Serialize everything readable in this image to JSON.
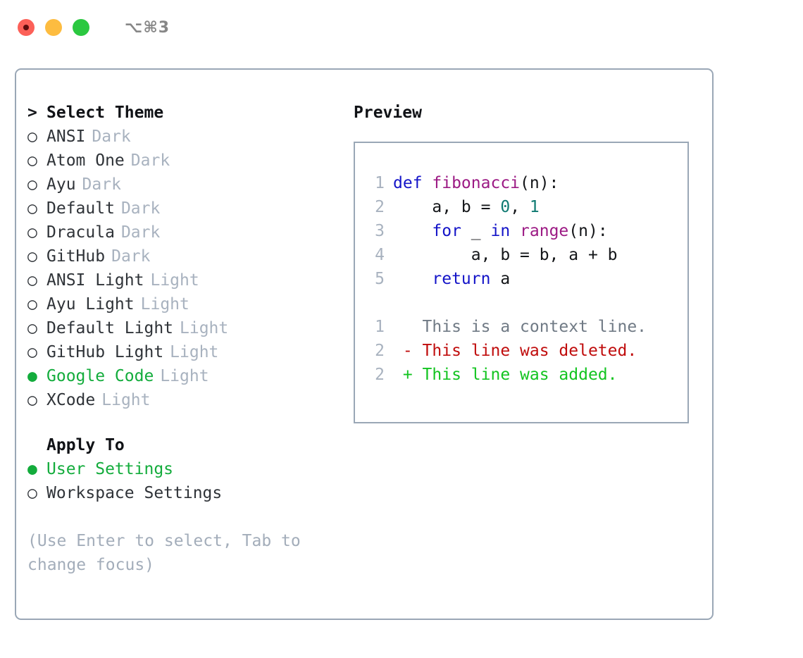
{
  "titlebar": {
    "buttons": [
      {
        "name": "close-button",
        "color": "#fc6058"
      },
      {
        "name": "minimize-button",
        "color": "#fdbc40"
      },
      {
        "name": "maximize-button",
        "color": "#2bc840"
      }
    ],
    "shortcut": "⌥⌘3"
  },
  "theme_picker": {
    "heading": "Select Theme",
    "heading_marker": ">",
    "items": [
      {
        "name": "ANSI",
        "tag": "Dark",
        "marker": "○",
        "selected": false
      },
      {
        "name": "Atom One",
        "tag": "Dark",
        "marker": "○",
        "selected": false
      },
      {
        "name": "Ayu",
        "tag": "Dark",
        "marker": "○",
        "selected": false
      },
      {
        "name": "Default",
        "tag": "Dark",
        "marker": "○",
        "selected": false
      },
      {
        "name": "Dracula",
        "tag": "Dark",
        "marker": "○",
        "selected": false
      },
      {
        "name": "GitHub",
        "tag": "Dark",
        "marker": "○",
        "selected": false
      },
      {
        "name": "ANSI Light",
        "tag": "Light",
        "marker": "○",
        "selected": false
      },
      {
        "name": "Ayu Light",
        "tag": "Light",
        "marker": "○",
        "selected": false
      },
      {
        "name": "Default Light",
        "tag": "Light",
        "marker": "○",
        "selected": false
      },
      {
        "name": "GitHub Light",
        "tag": "Light",
        "marker": "○",
        "selected": false
      },
      {
        "name": "Google Code",
        "tag": "Light",
        "marker": "●",
        "selected": true
      },
      {
        "name": "XCode",
        "tag": "Light",
        "marker": "○",
        "selected": false
      }
    ]
  },
  "apply_to": {
    "heading": "Apply To",
    "items": [
      {
        "name": "User Settings",
        "marker": "●",
        "selected": true
      },
      {
        "name": "Workspace Settings",
        "marker": "○",
        "selected": false
      }
    ]
  },
  "hint": "(Use Enter to select, Tab to change focus)",
  "preview": {
    "title": "Preview",
    "code_lines": [
      {
        "no": "1",
        "tokens": [
          {
            "t": "def ",
            "c": "kw"
          },
          {
            "t": "fibonacci",
            "c": "fn"
          },
          {
            "t": "(n):",
            "c": "txt"
          }
        ]
      },
      {
        "no": "2",
        "tokens": [
          {
            "t": "    a, b = ",
            "c": "txt"
          },
          {
            "t": "0",
            "c": "num"
          },
          {
            "t": ", ",
            "c": "txt"
          },
          {
            "t": "1",
            "c": "num"
          }
        ]
      },
      {
        "no": "3",
        "tokens": [
          {
            "t": "    ",
            "c": "txt"
          },
          {
            "t": "for",
            "c": "kw"
          },
          {
            "t": " _ ",
            "c": "txt"
          },
          {
            "t": "in",
            "c": "kw"
          },
          {
            "t": " ",
            "c": "txt"
          },
          {
            "t": "range",
            "c": "fn"
          },
          {
            "t": "(n):",
            "c": "txt"
          }
        ]
      },
      {
        "no": "4",
        "tokens": [
          {
            "t": "        a, b = b, a + b",
            "c": "txt"
          }
        ]
      },
      {
        "no": "5",
        "tokens": [
          {
            "t": "    ",
            "c": "txt"
          },
          {
            "t": "return",
            "c": "kw"
          },
          {
            "t": " a",
            "c": "txt"
          }
        ]
      }
    ],
    "diff_lines": [
      {
        "no": "1",
        "tokens": [
          {
            "t": "   This is a context line.",
            "c": "ctx"
          }
        ]
      },
      {
        "no": "2",
        "tokens": [
          {
            "t": " - This line was deleted.",
            "c": "del"
          }
        ]
      },
      {
        "no": "2",
        "tokens": [
          {
            "t": " + This line was added.",
            "c": "add"
          }
        ]
      }
    ]
  },
  "colors": {
    "accent_green": "#13ac3c",
    "border": "#9aa7b6",
    "muted": "#a8b2bf",
    "keyword": "#1414c8",
    "function": "#9c1a84",
    "number": "#0f7a72",
    "diff_deleted": "#c00d0d",
    "diff_added": "#13c421"
  }
}
